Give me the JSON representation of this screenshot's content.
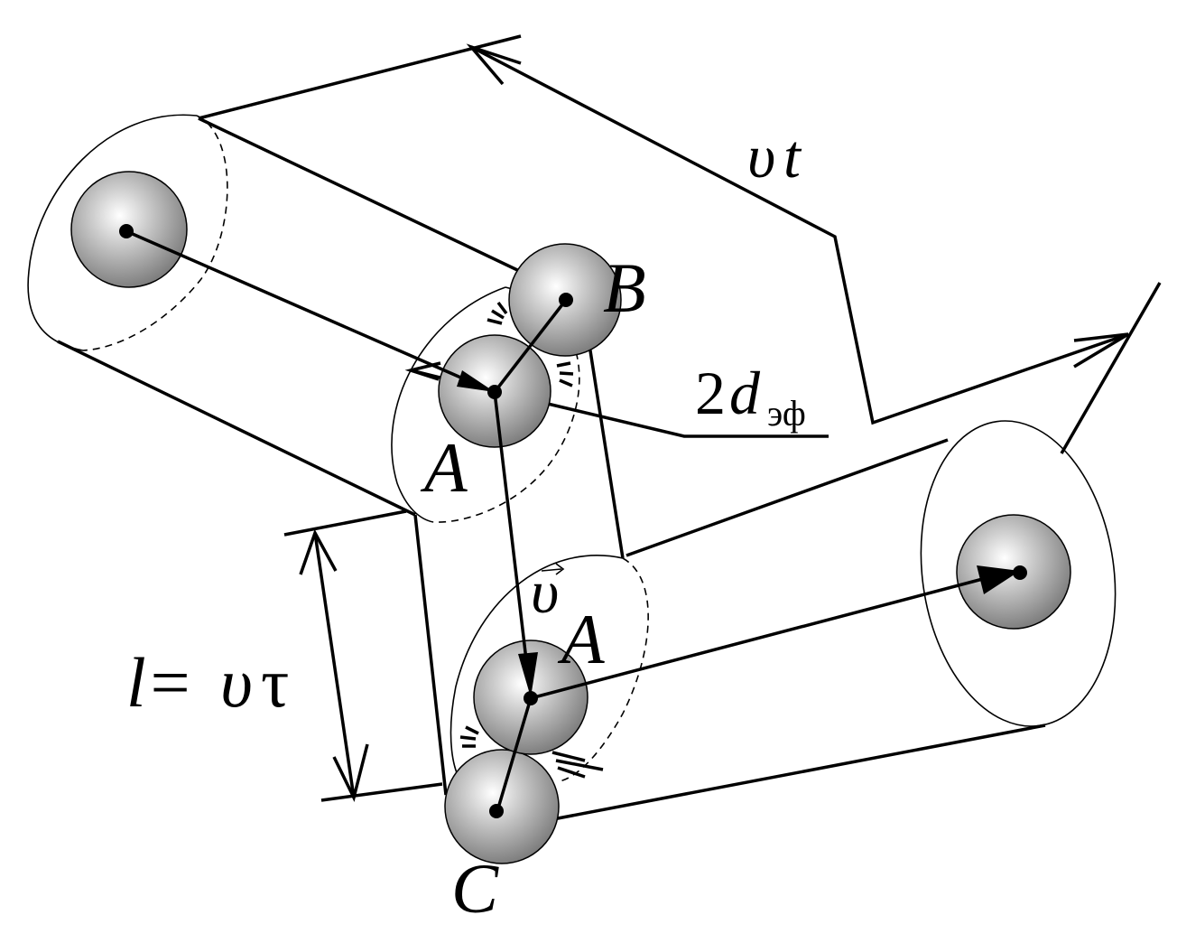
{
  "labels": {
    "vt_v": "υ",
    "vt_t": "t",
    "B": "B",
    "A_top": "A",
    "two": "2",
    "d": "d",
    "eff": "эф",
    "v_vec": "υ",
    "A_bottom": "A",
    "l_eq": "l=",
    "l_v": "υ",
    "l_tau": "τ",
    "C": "C"
  }
}
